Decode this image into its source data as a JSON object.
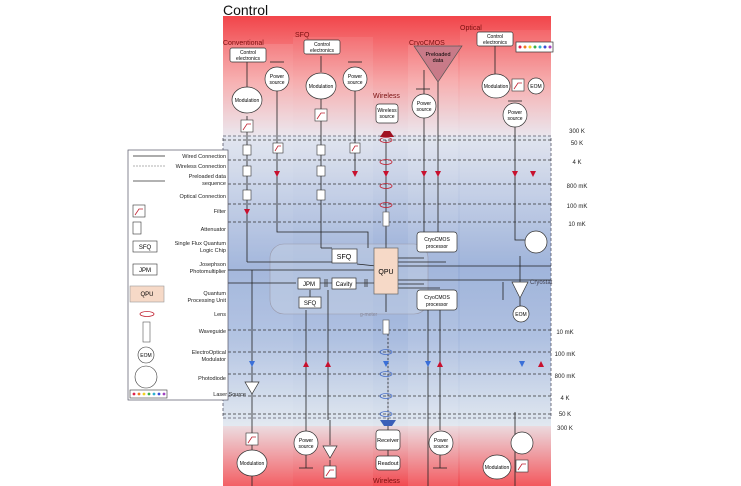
{
  "title": "Control",
  "sections": {
    "conventional": "Conventional",
    "sfq": "SFQ",
    "wireless": "Wireless",
    "cryocmos": "CryoCMOS",
    "optical": "Optical",
    "wireless_bottom": "Wireless"
  },
  "boxes": {
    "control_electronics_1": "Control",
    "control_electronics_2": "electronics",
    "power_1": "Power",
    "power_2": "source",
    "modulation": "Modulation",
    "wireless_source_1": "Wireless",
    "wireless_source_2": "source",
    "preloaded_1": "Preloaded",
    "preloaded_2": "data",
    "eom": "EOM",
    "sfq": "SFQ",
    "qpu": "QPU",
    "jpm": "JPM",
    "cavity": "Cavity",
    "cryocmos_1": "CryoCMOS",
    "cryocmos_2": "processor",
    "receiver": "Receiver",
    "readout": "Readout",
    "g_meter": "g-meter",
    "cryostat": "Cryostat"
  },
  "temperatures_top": [
    "300 K",
    "50 K",
    "4 K",
    "800 mK",
    "100 mK",
    "10 mK"
  ],
  "temperatures_bottom": [
    "10 mK",
    "100 mK",
    "800 mK",
    "4 K",
    "50 K",
    "300 K"
  ],
  "legend": [
    {
      "symbol": "wired",
      "label": "Wired Connection"
    },
    {
      "symbol": "wireless",
      "label": "Wireless Connection"
    },
    {
      "symbol": "preloaded",
      "label": "Preloaded data sequence"
    },
    {
      "symbol": "optical",
      "label": "Optical Connection"
    },
    {
      "symbol": "filter",
      "label": "Filter"
    },
    {
      "symbol": "attenuator",
      "label": "Attenuator"
    },
    {
      "symbol": "sfq",
      "label": "Single Flux Quantum Logic Chip",
      "text": "SFQ"
    },
    {
      "symbol": "jpm",
      "label": "Josephson Photomultiplier",
      "text": "JPM"
    },
    {
      "symbol": "qpu",
      "label": "Quantum Processing Unit",
      "text": "QPU"
    },
    {
      "symbol": "lens",
      "label": "Lens"
    },
    {
      "symbol": "waveguide",
      "label": "Waveguide"
    },
    {
      "symbol": "eom",
      "label": "ElectroOptical Modulator",
      "text": "EOM"
    },
    {
      "symbol": "photodiode",
      "label": "Photodiode"
    },
    {
      "symbol": "laser",
      "label": "Laser Source"
    }
  ],
  "legend_lines": {
    "wired": "Wired Connection",
    "wireless": "Wireless Connection",
    "preloaded_1": "Preloaded data",
    "preloaded_2": "sequence",
    "optical": "Optical Connection",
    "filter": "Filter",
    "attenuator": "Attenuator",
    "sfq_1": "Single Flux Quantum",
    "sfq_2": "Logic Chip",
    "jpm_1": "Josephson",
    "jpm_2": "Photomultiplier",
    "qpu_1": "Quantum",
    "qpu_2": "Processing Unit",
    "lens": "Lens",
    "waveguide": "Waveguide",
    "eom_1": "ElectroOptical",
    "eom_2": "Modulator",
    "photodiode": "Photodiode",
    "laser": "Laser Source"
  },
  "colors": {
    "hot": "#f2454a",
    "cold": "#9fb3d9",
    "arrow_red": "#c8102e",
    "arrow_blue": "#3a6fd8",
    "qpu_fill": "#f6d9c7"
  },
  "laser_colors": [
    "#e0204a",
    "#f07a20",
    "#f2d020",
    "#3cb04a",
    "#2ab0d0",
    "#3a4fd8",
    "#a040c0"
  ]
}
